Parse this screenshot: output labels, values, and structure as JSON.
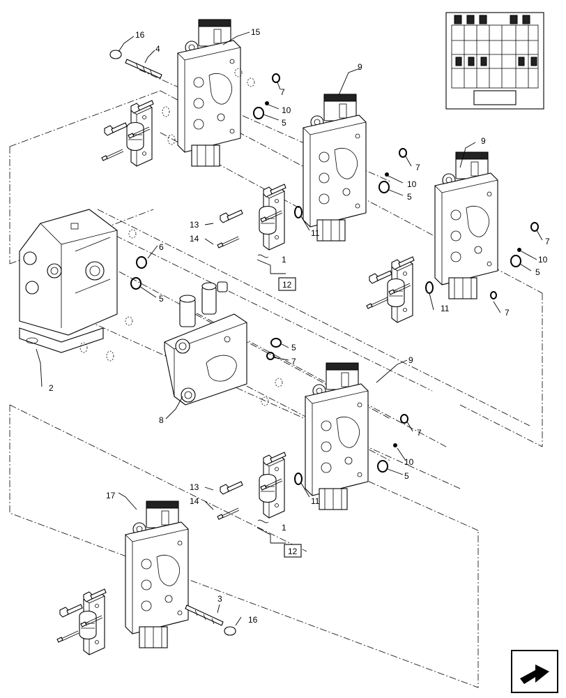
{
  "diagram": {
    "callouts": {
      "c16a": "16",
      "c4": "4",
      "c15": "15",
      "c9a": "9",
      "c7a": "7",
      "c10a": "10",
      "c5a": "5",
      "c7b": "7",
      "c10b": "10",
      "c5b": "5",
      "c9b": "9",
      "c13a": "13",
      "c14a": "14",
      "c11a": "11",
      "c1a": "1",
      "c12a": "12",
      "c6": "6",
      "c5c": "5",
      "c7c": "7",
      "c10c": "10",
      "c5d": "5",
      "c11b": "11",
      "c7d": "7",
      "c2": "2",
      "c5e": "5",
      "c7e": "7",
      "c9c": "9",
      "c8": "8",
      "c7f": "7",
      "c10d": "10",
      "c5f": "5",
      "c13b": "13",
      "c14b": "14",
      "c11c": "11",
      "c1b": "1",
      "c12b": "12",
      "c17": "17",
      "c3": "3",
      "c16b": "16"
    }
  },
  "icons": {
    "nav_arrow": "next-arrow-icon",
    "thumbnail": "valve-assembly-thumbnail"
  }
}
